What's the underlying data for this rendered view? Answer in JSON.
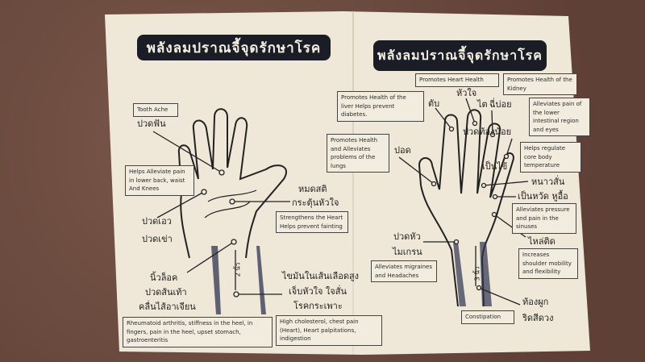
{
  "left_panel": {
    "title": "พลังลมปราณจี้จุดรักษาโรค",
    "tooth_ache_box": "Tooth Ache",
    "tooth_ache_th": "ปวดฟัน",
    "back_pain_box": "Helps Alleviate pain in lower back, waist And Knees",
    "back_pain_th": [
      "ปวดเอว",
      "ปวดเข่า"
    ],
    "faint_th": [
      "หมดสติ",
      "กระตุ้นหัวใจ"
    ],
    "heart_box": "Strengthens the Heart Helps prevent fainting",
    "arthritis_th": [
      "นิ้วล็อค",
      "ปวดส้นเท้า",
      "คลื่นไส้อาเจียน"
    ],
    "cholesterol_th": [
      "ไขมันในเส้นเลือดสูง",
      "เจ็บหัวใจ ใจสั่น",
      "โรคกระเพาะ"
    ],
    "measure": "2 นิ้ว",
    "arthritis_box": "Rheumatoid arthritis, stiffness in the heel, in fingers, pain in the heel, upset stomach, gastroenteritis",
    "cholesterol_box": "High cholesterol, chest pain (Heart), Heart palpitations, indigestion"
  },
  "right_panel": {
    "title": "พลังลมปราณจี้จุดรักษาโรค",
    "heart_box": "Promotes Heart Health",
    "kidney_box": "Promotes Health of the Kidney",
    "liver_box": "Promotes Health of the liver Helps prevent diabetes.",
    "liver_th": "ตับ",
    "heart_th": "หัวใจ",
    "kidney_th": "ไต",
    "urine_th": "ฉี่บ่อย",
    "intestine_box": "Alleviates pain of the lower intestinal region and eyes",
    "abdomen_th": "ปวดท้องน้อย",
    "temp_box": "Helps regulate core body temperature",
    "lungs_box": "Promotes Health and Alleviates problems of the lungs",
    "lungs_th": "ปอด",
    "fever_th": [
      "เป็นไข้",
      "หนาวสั่น"
    ],
    "cold_th": "เป็นหวัด หูอื้อ",
    "sinus_box": "Alleviates pressure and pain in the sinuses",
    "shoulder_th": "ไหล่ติด",
    "shoulder_box": "Increases shoulder mobility and flexibility",
    "headache_th": [
      "ปวดหัว",
      "ไมเกรน"
    ],
    "migraine_box": "Alleviates migraines and Headaches",
    "measure": "3 นิ้ว",
    "constipation_th": [
      "ท้องผูก",
      "ริดสีดวง"
    ],
    "constipation_box": "Constipation"
  }
}
